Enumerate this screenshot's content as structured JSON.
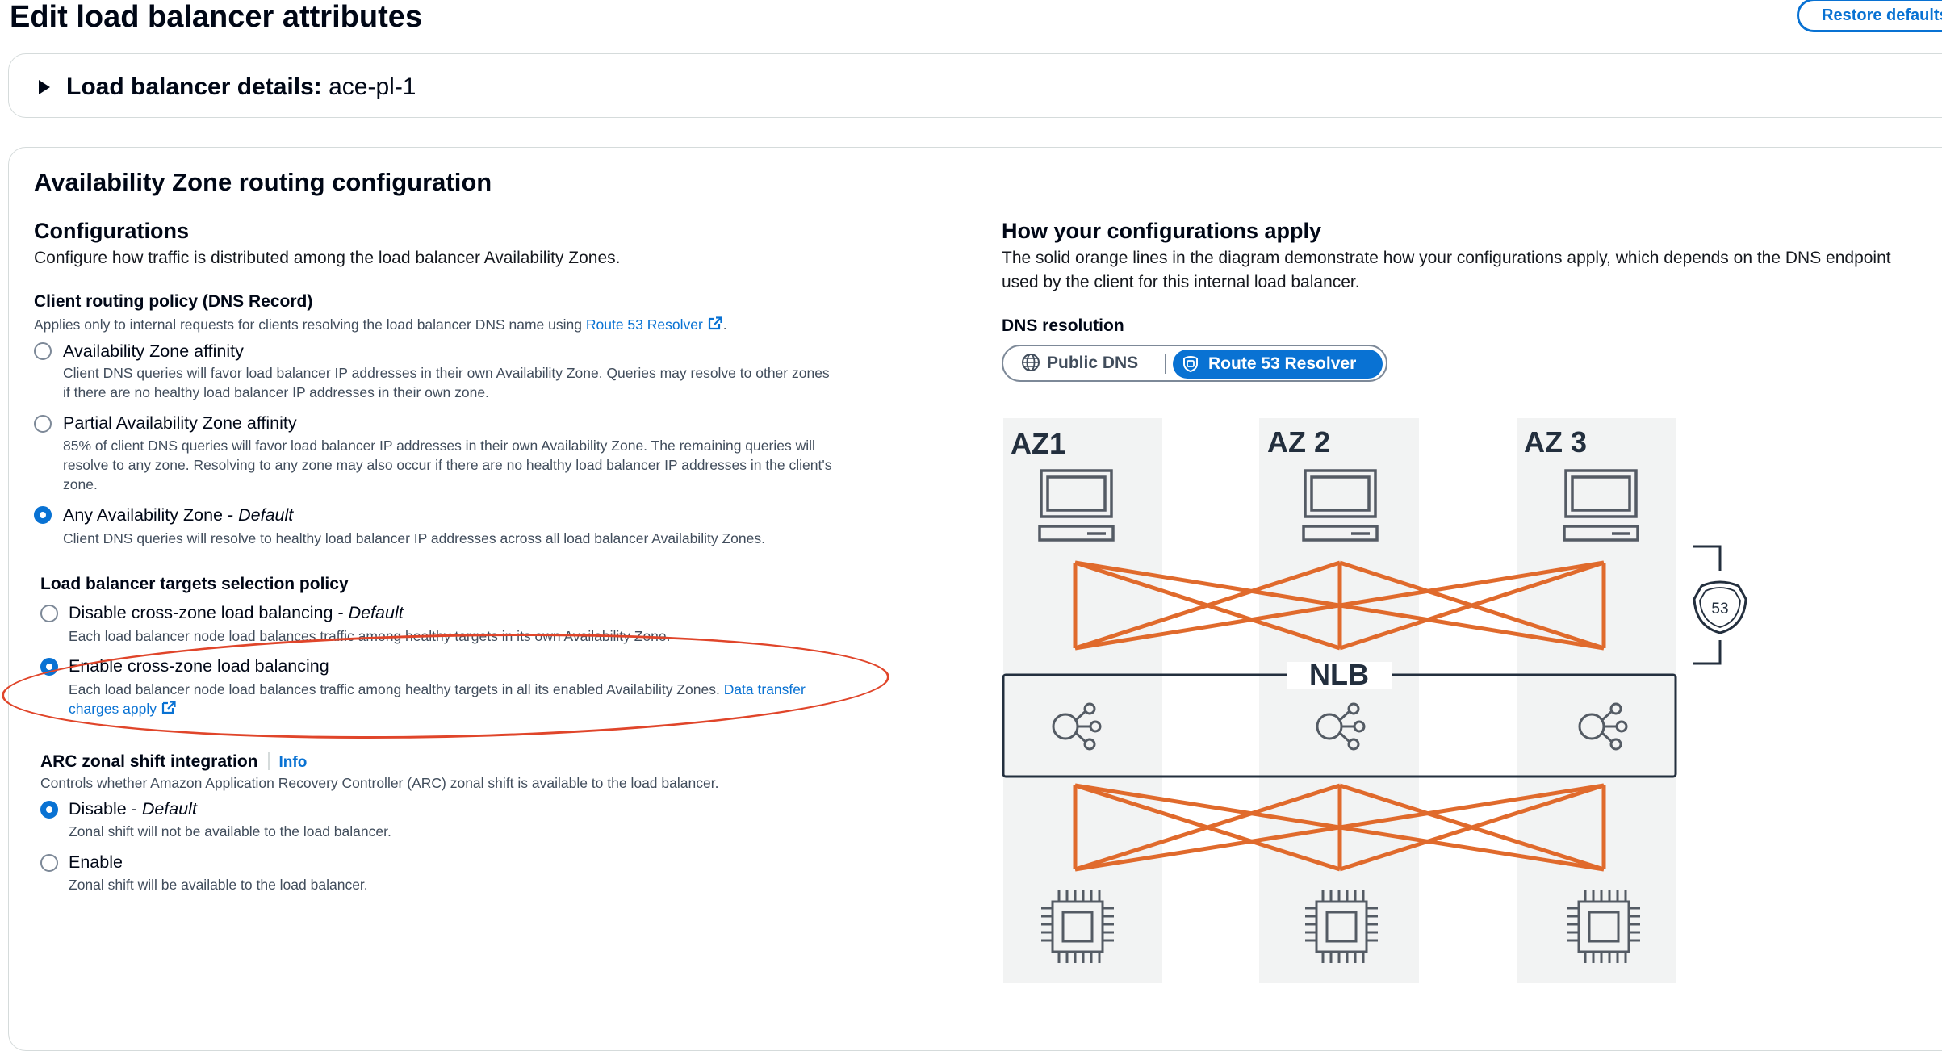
{
  "page": {
    "title": "Edit load balancer attributes",
    "restore_defaults_label": "Restore defaults"
  },
  "details": {
    "label": "Load balancer details:",
    "name": "ace-pl-1"
  },
  "az_routing": {
    "title": "Availability Zone routing configuration",
    "configurations": {
      "title": "Configurations",
      "description": "Configure how traffic is distributed among the load balancer Availability Zones."
    },
    "client_routing": {
      "label": "Client routing policy (DNS Record)",
      "description_prefix": "Applies only to internal requests for clients resolving the load balancer DNS name using",
      "link_text": "Route 53 Resolver",
      "suffix": ".",
      "options": [
        {
          "label": "Availability Zone affinity",
          "description_line1": "Client DNS queries will favor load balancer IP addresses in their own Availability Zone. Queries may resolve to other zones",
          "description_line2": "if there are no healthy load balancer IP addresses in their own zone.",
          "selected": false
        },
        {
          "label": "Partial Availability Zone affinity",
          "description_line1": "85% of client DNS queries will favor load balancer IP addresses in their own Availability Zone. The remaining queries will",
          "description_line2": "resolve to any zone. Resolving to any zone may also occur if there are no healthy load balancer IP addresses in the client's",
          "description_line3": "zone.",
          "selected": false
        },
        {
          "label": "Any Availability Zone - ",
          "label_default": "Default",
          "description_line1": "Client DNS queries will resolve to healthy load balancer IP addresses across all load balancer Availability Zones.",
          "selected": true
        }
      ]
    },
    "targets_policy": {
      "label": "Load balancer targets selection policy",
      "options": [
        {
          "label": "Disable cross-zone load balancing - ",
          "label_default": "Default",
          "description": "Each load balancer node load balances traffic among healthy targets in its own Availability Zone.",
          "selected": false
        },
        {
          "label": "Enable cross-zone load balancing",
          "description": "Each load balancer node load balances traffic among healthy targets in all its enabled Availability Zones.",
          "link_line1": "Data transfer",
          "link_line2": "charges apply",
          "selected": true
        }
      ]
    },
    "arc": {
      "label": "ARC zonal shift integration",
      "info_label": "Info",
      "description": "Controls whether Amazon Application Recovery Controller (ARC) zonal shift is available to the load balancer.",
      "options": [
        {
          "label": "Disable - ",
          "label_default": "Default",
          "description": "Zonal shift will not be available to the load balancer.",
          "selected": true
        },
        {
          "label": "Enable",
          "description": "Zonal shift will be available to the load balancer.",
          "selected": false
        }
      ]
    },
    "how_apply": {
      "title": "How your configurations apply",
      "description_line1": "The solid orange lines in the diagram demonstrate how your configurations apply, which depends on the DNS endpoint",
      "description_line2": "used by the client for this internal load balancer."
    },
    "dns_resolution": {
      "label": "DNS resolution",
      "options": [
        "Public DNS",
        "Route 53 Resolver"
      ],
      "selected": "Route 53 Resolver"
    },
    "diagram": {
      "zones": [
        "AZ1",
        "AZ 2",
        "AZ 3"
      ],
      "nlb_label": "NLB",
      "route53_badge": "53",
      "line_color": "#e06a2c",
      "zone_fill": "#f2f3f3"
    }
  },
  "colors": {
    "link": "#0972d3",
    "annotation": "#e0452a"
  },
  "icons": [
    "triangle-right-icon",
    "external-link-icon",
    "globe-icon",
    "route53-icon",
    "laptop-icon",
    "nlb-node-icon",
    "chip-icon",
    "route53-shield-icon"
  ]
}
